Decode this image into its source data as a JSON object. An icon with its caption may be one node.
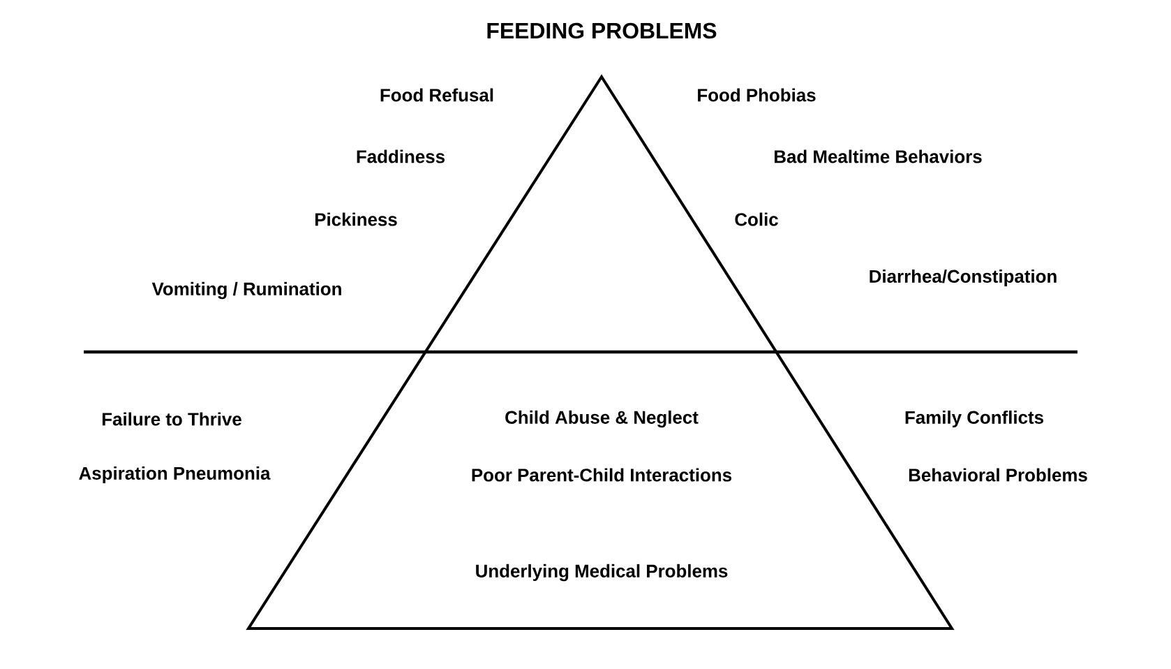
{
  "diagram": {
    "title": "FEEDING PROBLEMS",
    "labels": [
      "Food Refusal",
      "Food Phobias",
      "Faddiness",
      "Bad Mealtime Behaviors",
      "Pickiness",
      "Colic",
      "Vomiting / Rumination",
      "Diarrhea/Constipation",
      "Failure to Thrive",
      "Child Abuse & Neglect",
      "Family Conflicts",
      "Aspiration Pneumonia",
      "Poor Parent-Child Interactions",
      "Behavioral Problems",
      "Underlying Medical Problems"
    ]
  }
}
